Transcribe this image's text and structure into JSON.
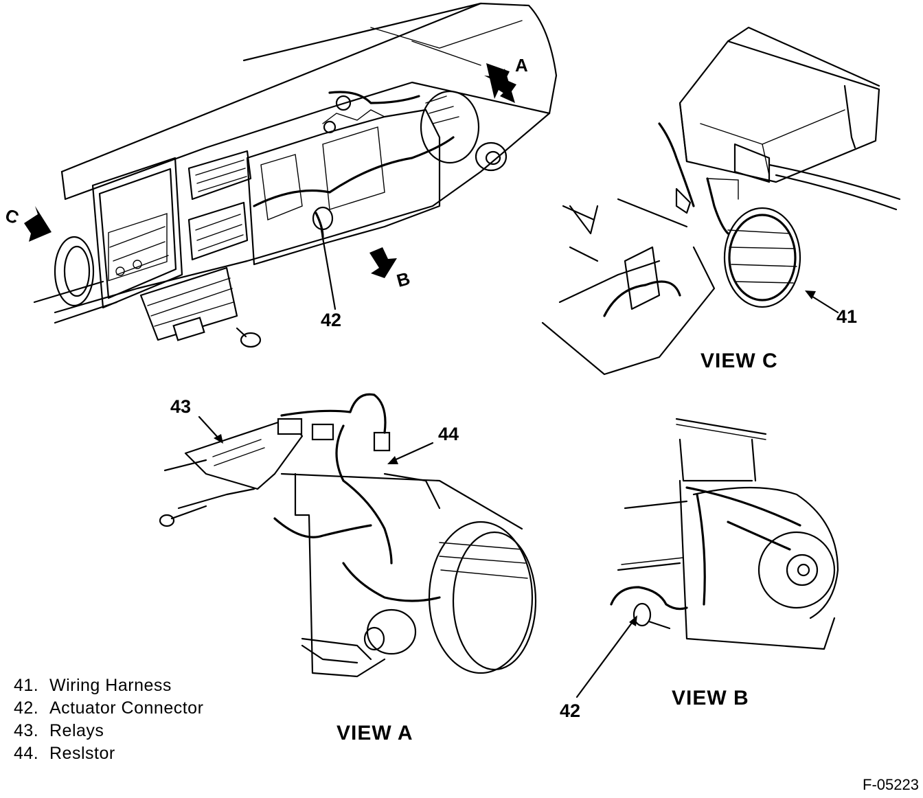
{
  "main_view": {
    "arrow_a": "A",
    "arrow_b": "B",
    "arrow_c": "C",
    "callout_42": "42"
  },
  "view_c": {
    "title": "VIEW C",
    "callout_41": "41"
  },
  "view_a": {
    "title": "VIEW A",
    "callout_43": "43",
    "callout_44": "44"
  },
  "view_b": {
    "title": "VIEW B",
    "callout_42": "42"
  },
  "legend": [
    {
      "num": "41.",
      "label": "Wiring Harness"
    },
    {
      "num": "42.",
      "label": "Actuator Connector"
    },
    {
      "num": "43.",
      "label": "Relays"
    },
    {
      "num": "44.",
      "label": "Reslstor"
    }
  ],
  "figure_id": "F-05223"
}
